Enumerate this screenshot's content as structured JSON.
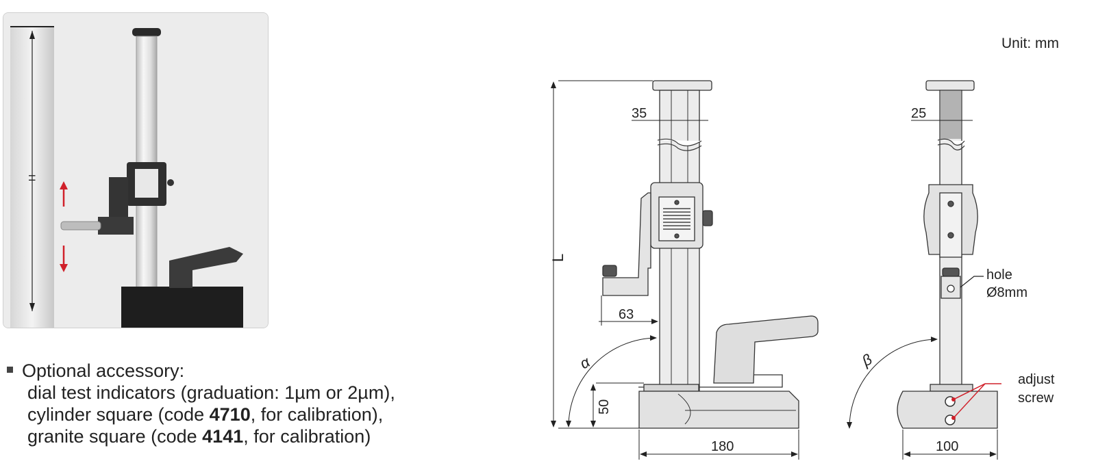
{
  "unit_label": "Unit: mm",
  "photo": {
    "height_label": "H"
  },
  "dimensions": {
    "front_column_width": "35",
    "front_overall_length": "L",
    "front_arm_reach": "63",
    "front_base_height": "50",
    "front_base_length": "180",
    "front_angle": "α",
    "side_column_width": "25",
    "side_base_width": "100",
    "side_angle": "β"
  },
  "callouts": {
    "hole_line1": "hole",
    "hole_line2": "Ø8mm",
    "adjust_line1": "adjust",
    "adjust_line2": "screw"
  },
  "accessory": {
    "heading": "Optional accessory:",
    "line2": "dial test indicators (graduation: 1µm or 2µm),",
    "line3_prefix": "cylinder square (code ",
    "line3_code": "4710",
    "line3_suffix": ", for calibration),",
    "line4_prefix": "granite square (code ",
    "line4_code": "4141",
    "line4_suffix": ", for calibration)"
  },
  "colors": {
    "arrow_red": "#d0202a",
    "line_dark": "#333333",
    "steel_light": "#e6e6e6"
  }
}
